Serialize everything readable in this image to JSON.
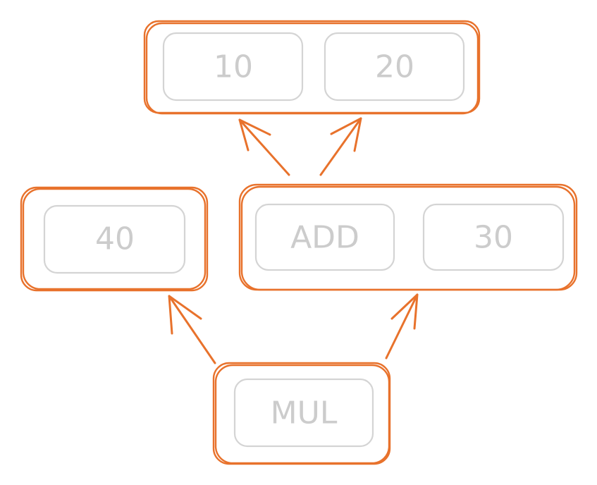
{
  "colors": {
    "box_stroke": "#e8722c",
    "cell_stroke": "#d4d4d4",
    "cell_text": "#cccccc",
    "arrow": "#e8722c",
    "background": "#ffffff"
  },
  "nodes": {
    "top": {
      "cells": [
        "10",
        "20"
      ]
    },
    "left": {
      "cells": [
        "40"
      ]
    },
    "right": {
      "cells": [
        "ADD",
        "30"
      ]
    },
    "bottom": {
      "cells": [
        "MUL"
      ]
    }
  },
  "edges": [
    {
      "from": "right",
      "to": "top"
    },
    {
      "from": "bottom",
      "to": "left"
    },
    {
      "from": "bottom",
      "to": "right"
    }
  ]
}
